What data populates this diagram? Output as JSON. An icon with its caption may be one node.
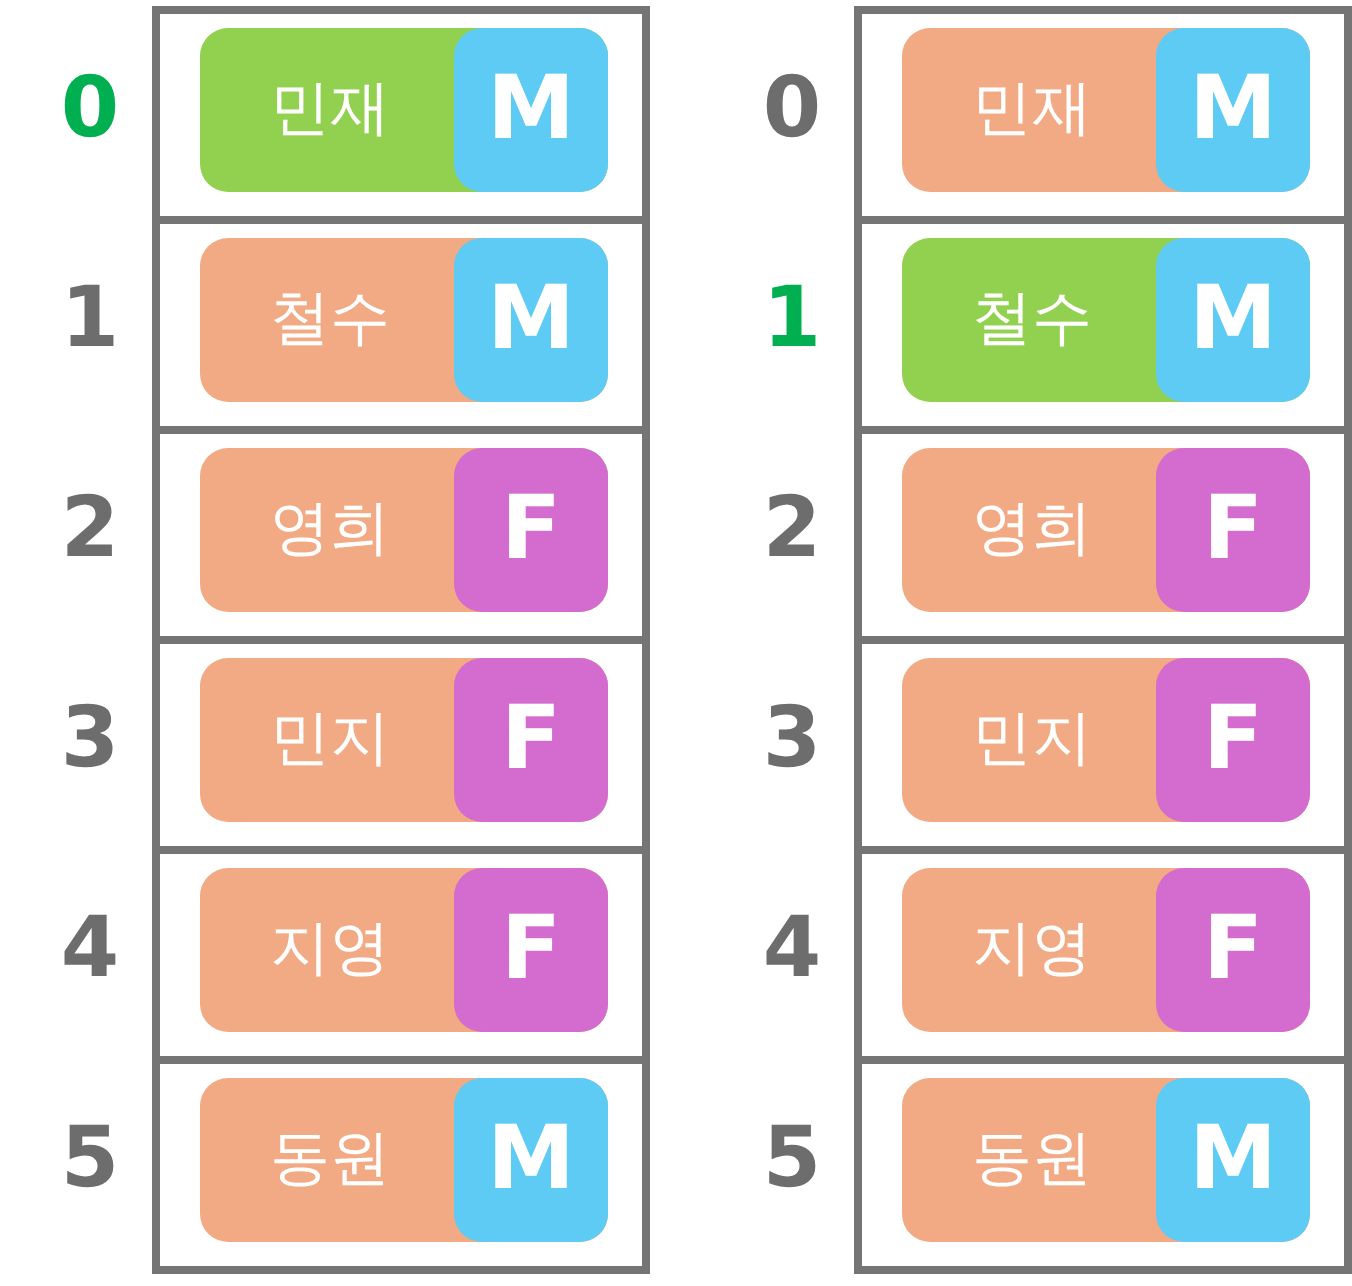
{
  "diagram": {
    "nodes": [
      {
        "text": [],
        "shape": "box"
      },
      {
        "text": [
          "민재",
          "M"
        ],
        "in": 0
      },
      {
        "text": [
          "철수",
          "M"
        ],
        "in": 0
      },
      {
        "text": [
          "영희",
          "F"
        ],
        "in": 0
      },
      {
        "text": [
          "민지",
          "F"
        ],
        "in": 0
      },
      {
        "text": [
          "지영",
          "F"
        ],
        "in": 0
      },
      {
        "text": [
          "동원",
          "M"
        ],
        "in": 0
      },
      {
        "text": [],
        "shape": "box"
      },
      {
        "text": [
          "민재",
          "M"
        ],
        "in": 7
      },
      {
        "text": [
          "철수",
          "M"
        ],
        "in": 7
      },
      {
        "text": [
          "영희",
          "F"
        ],
        "in": 7
      },
      {
        "text": [
          "민지",
          "F"
        ],
        "in": 7
      },
      {
        "text": [
          "지영",
          "F"
        ],
        "in": 7
      },
      {
        "text": [
          "동원",
          "M"
        ],
        "in": 7
      }
    ],
    "labels": [
      "0",
      "0",
      "1",
      "1",
      "2",
      "2",
      "3",
      "3",
      "4",
      "4",
      "5",
      "5"
    ]
  }
}
